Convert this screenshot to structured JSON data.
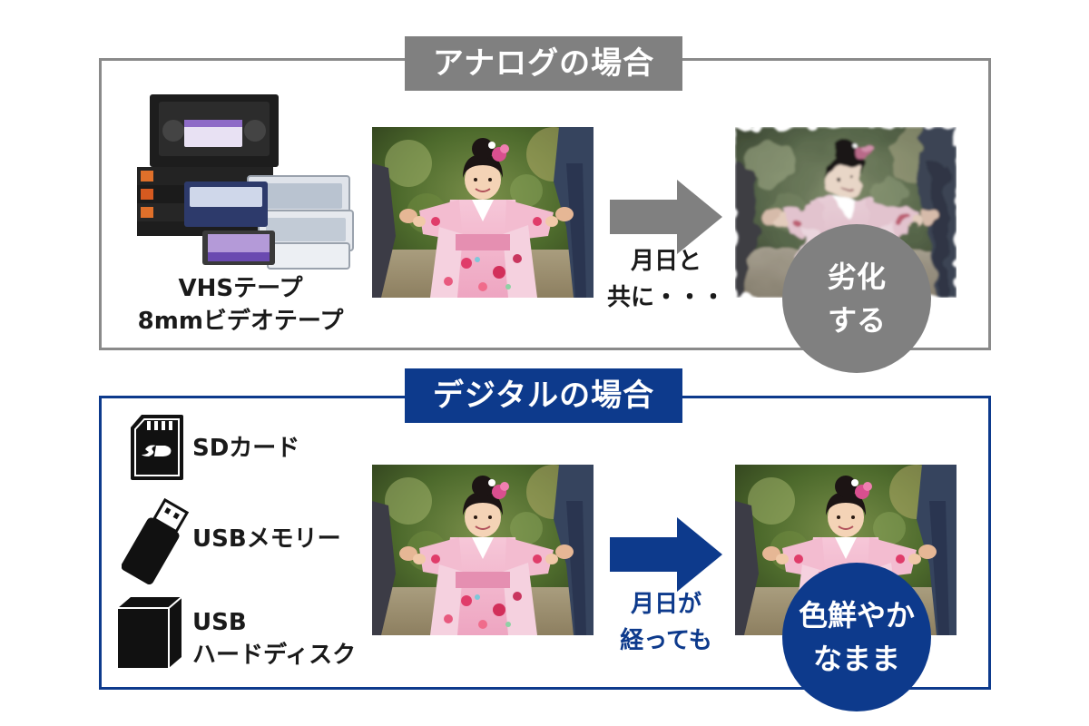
{
  "analog": {
    "header": "アナログの場合",
    "media_lines": [
      "VHSテープ",
      "8mmビデオテープ"
    ],
    "arrow_caption_lines": [
      "月日と",
      "共に・・・"
    ],
    "badge_lines": [
      "劣化",
      "する"
    ]
  },
  "digital": {
    "header": "デジタルの場合",
    "devices": [
      {
        "lines": [
          "SDカード"
        ]
      },
      {
        "lines": [
          "USBメモリー"
        ]
      },
      {
        "lines": [
          "USB",
          "ハードディスク"
        ]
      }
    ],
    "arrow_caption_lines": [
      "月日が",
      "経っても"
    ],
    "badge_lines": [
      "色鮮やか",
      "なまま"
    ]
  },
  "colors": {
    "analog_accent": "#808080",
    "digital_accent": "#0d3a8c"
  },
  "icons": [
    "video-tapes-icon",
    "sd-card-icon",
    "usb-memory-icon",
    "hard-disk-icon"
  ]
}
